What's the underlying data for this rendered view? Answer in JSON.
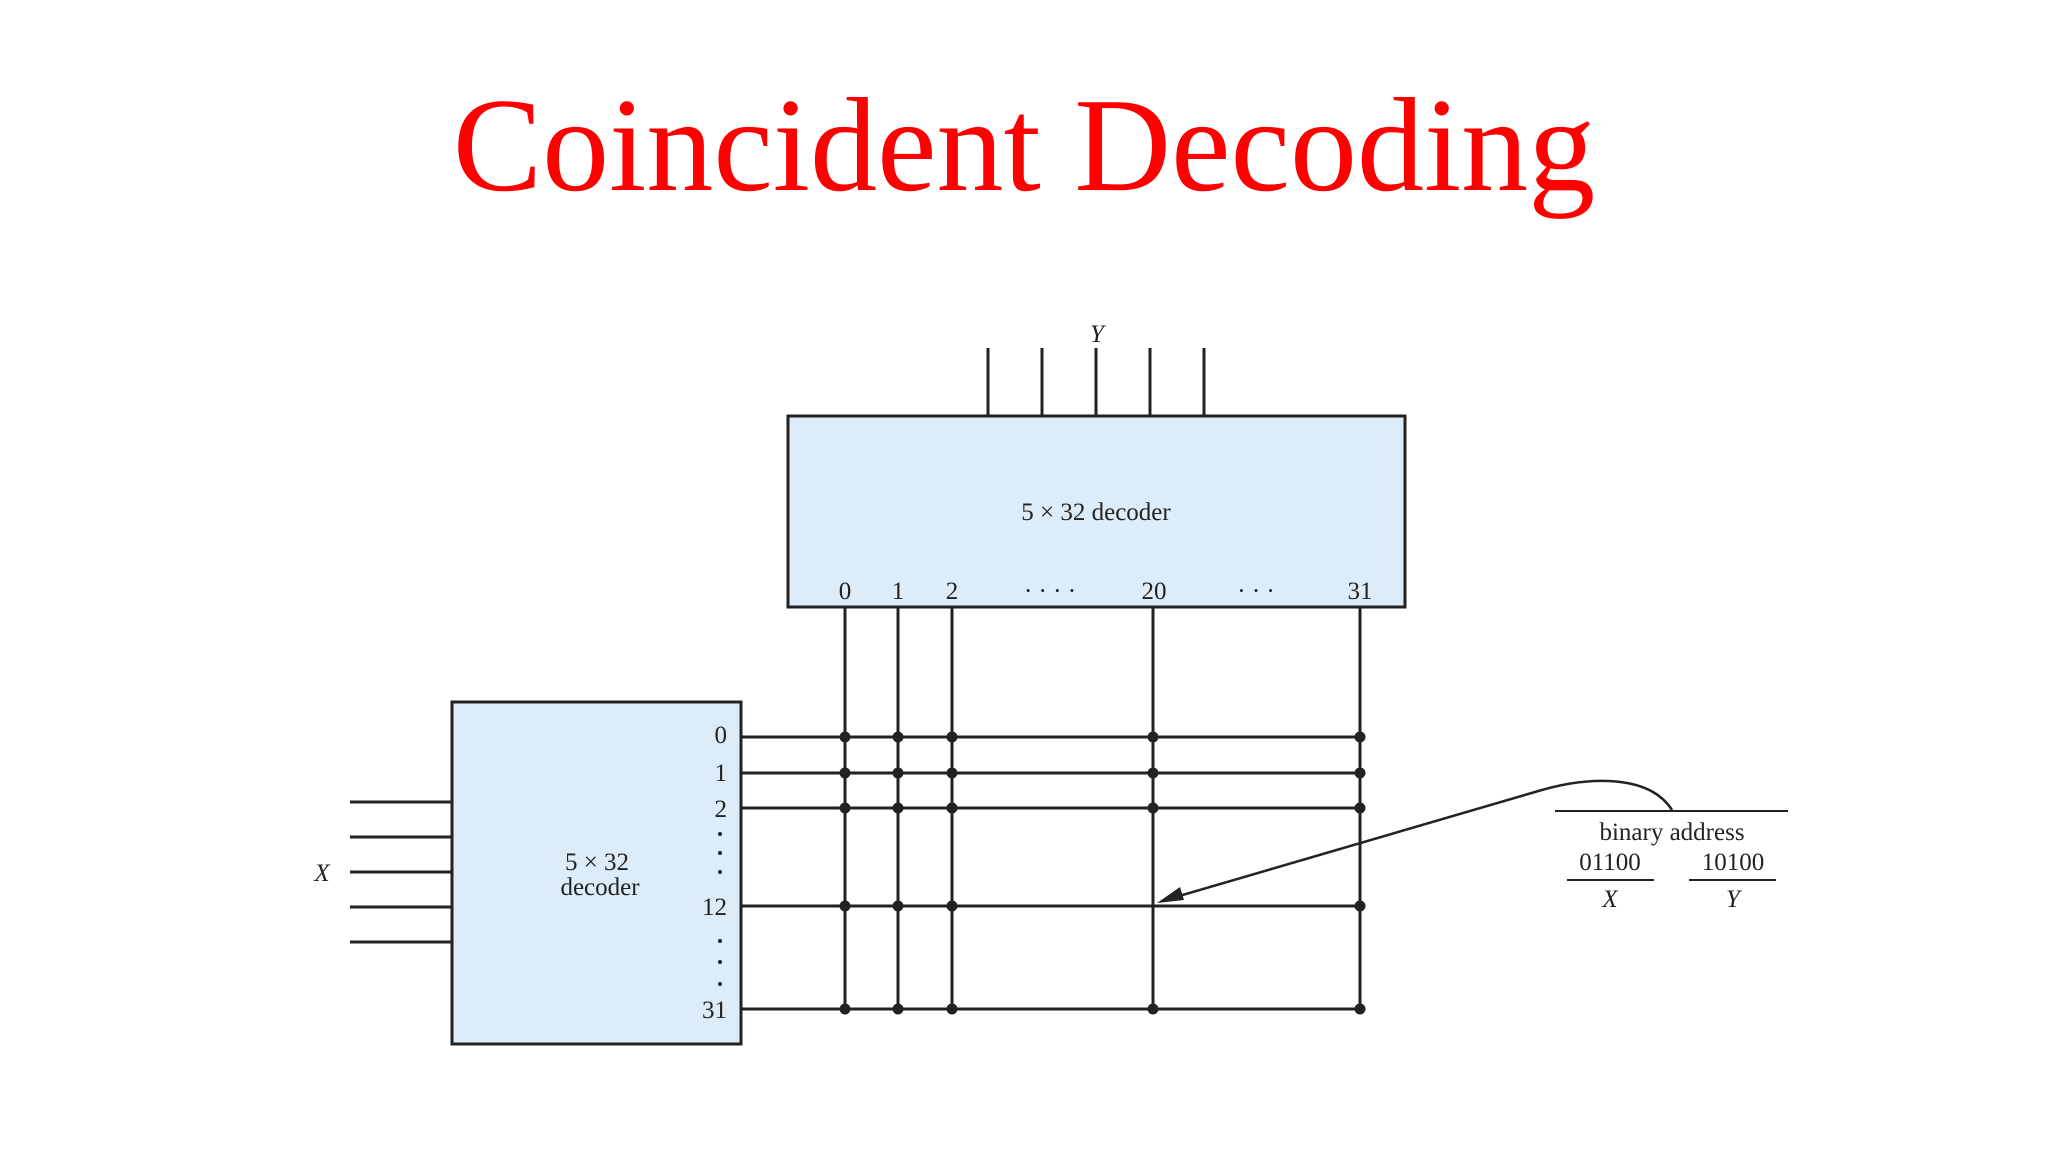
{
  "slide": {
    "title": "Coincident Decoding"
  },
  "diagram": {
    "top_decoder": {
      "label": "5 × 32 decoder",
      "input_label": "Y",
      "output_labels": [
        "0",
        "1",
        "2",
        "20",
        "31"
      ],
      "dots": "· · · ·",
      "dots2": "· · ·"
    },
    "left_decoder": {
      "label_line1": "5 × 32",
      "label_line2": "decoder",
      "input_label": "X",
      "output_labels": [
        "0",
        "1",
        "2",
        "12",
        "31"
      ]
    },
    "annotation": {
      "title": "binary address",
      "x_bits": "01100",
      "y_bits": "10100",
      "x_label": "X",
      "y_label": "Y"
    },
    "colors": {
      "decoder_fill": "#dcedf9",
      "line": "#222222",
      "title": "#ff0000"
    }
  }
}
